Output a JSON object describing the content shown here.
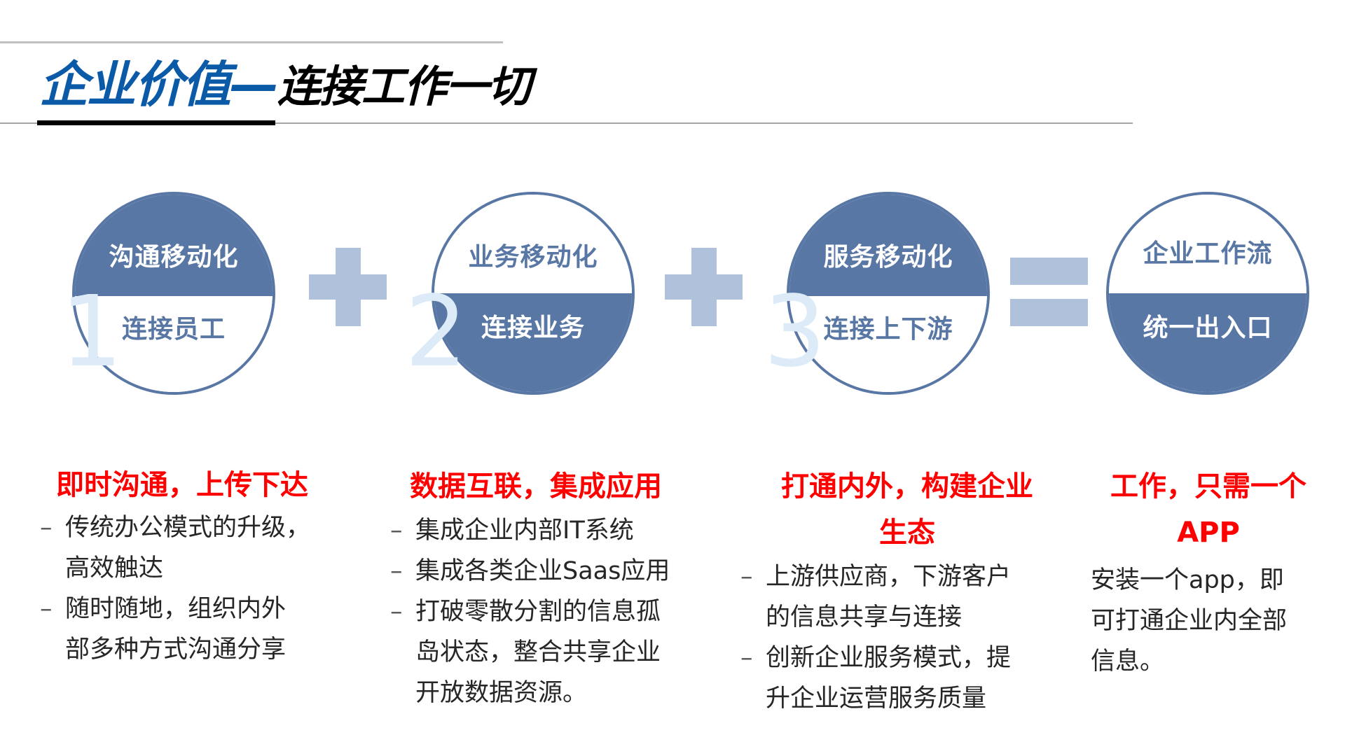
{
  "header": {
    "title_main": "企业价值",
    "title_dash": "—",
    "title_sub": "连接工作一切"
  },
  "colors": {
    "title_blue": "#0b5aa8",
    "circle_blue": "#5977a5",
    "operator_blue": "#b0c1dc",
    "number_blue": "#dcebf7",
    "heading_red": "#ff0000",
    "body_text": "#262626"
  },
  "circles": [
    {
      "number": "1",
      "top_label": "沟通移动化",
      "bottom_label": "连接员工",
      "top_style": "filled",
      "bottom_style": "white"
    },
    {
      "number": "2",
      "top_label": "业务移动化",
      "bottom_label": "连接业务",
      "top_style": "white",
      "bottom_style": "filled"
    },
    {
      "number": "3",
      "top_label": "服务移动化",
      "bottom_label": "连接上下游",
      "top_style": "filled",
      "bottom_style": "white"
    },
    {
      "number": "",
      "top_label": "企业工作流",
      "bottom_label": "统一出入口",
      "top_style": "white",
      "bottom_style": "filled"
    }
  ],
  "operators": [
    "plus-icon",
    "plus-icon",
    "equals-icon"
  ],
  "columns": [
    {
      "heading": "即时沟通，上传下达",
      "bullets": [
        {
          "lines": [
            "传统办公模式的升级，",
            "高效触达"
          ]
        },
        {
          "lines": [
            "随时随地，组织内外",
            "部多种方式沟通分享"
          ]
        }
      ]
    },
    {
      "heading": "数据互联，集成应用",
      "bullets": [
        {
          "lines": [
            "集成企业内部IT系统"
          ]
        },
        {
          "lines": [
            "集成各类企业Saas应用"
          ]
        },
        {
          "lines": [
            "打破零散分割的信息孤",
            "岛状态，整合共享企业",
            "开放数据资源。"
          ]
        }
      ]
    },
    {
      "heading_lines": [
        "打通内外，构建企业",
        "生态"
      ],
      "bullets": [
        {
          "lines": [
            "上游供应商，下游客户",
            "的信息共享与连接"
          ]
        },
        {
          "lines": [
            "创新企业服务模式，提",
            "升企业运营服务质量"
          ]
        }
      ]
    },
    {
      "heading_lines": [
        "工作，只需一个",
        "APP"
      ],
      "body_lines": [
        "安装一个app，即",
        "可打通企业内全部",
        "信息。"
      ]
    }
  ],
  "bullet_marker": "–"
}
